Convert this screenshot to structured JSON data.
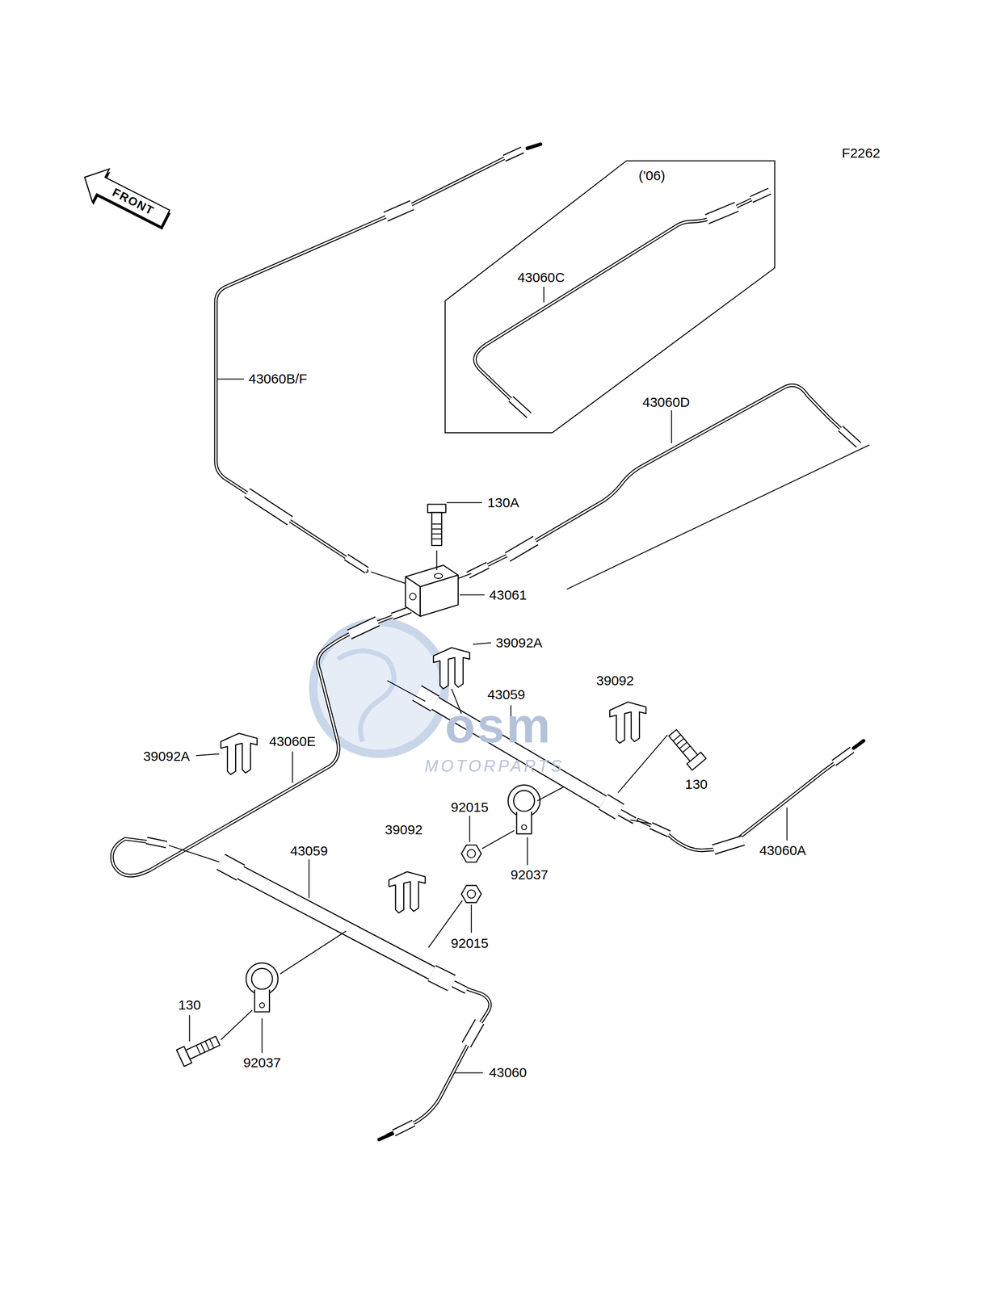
{
  "diagram": {
    "nodes": [
      {
        "text": [
          "FRONT"
        ]
      },
      {
        "text": [
          "('06)",
          "43060C"
        ]
      }
    ],
    "labels": [
      "F2262",
      "43060B/F",
      "43060D",
      "130A",
      "43061",
      "39092A",
      "39092",
      "43059",
      "39092A",
      "43060E",
      "130",
      "92015",
      "92037",
      "43060A",
      "39092",
      "43059",
      "92015",
      "130",
      "92037",
      "43060",
      "osm",
      "MOTORPARTS"
    ]
  }
}
